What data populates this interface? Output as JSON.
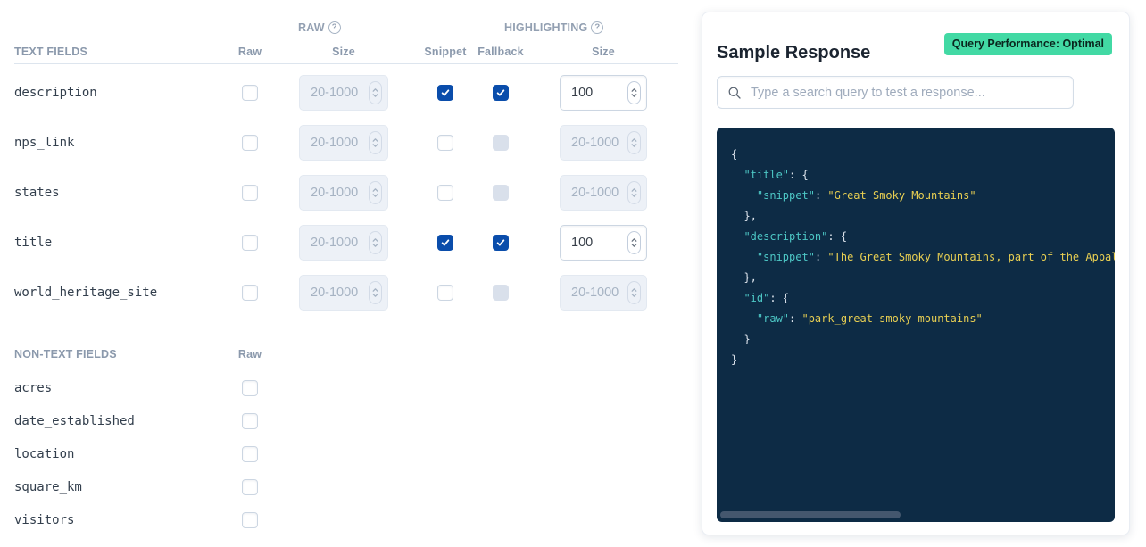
{
  "colors": {
    "accent": "#0a4dab",
    "badge": "#42d9a4",
    "codebg": "#0d2b45",
    "key": "#4dc7c5",
    "str": "#e8cf52",
    "punct": "#dce3ec",
    "scrollthumb": "#44576e"
  },
  "icons": {
    "help": "?"
  },
  "left_table": {
    "group_headers": {
      "raw": "RAW",
      "highlighting": "HIGHLIGHTING"
    },
    "size_placeholder": "20-1000",
    "text_fields_section": {
      "header": "TEXT FIELDS",
      "columns": {
        "raw": "Raw",
        "raw_size": "Size",
        "snippet": "Snippet",
        "fallback": "Fallback",
        "size": "Size"
      },
      "rows": [
        {
          "name": "description",
          "raw_checked": false,
          "raw_size_value": null,
          "snippet_checked": true,
          "fallback_checked": true,
          "fallback_disabled": false,
          "size_value": "100"
        },
        {
          "name": "nps_link",
          "raw_checked": false,
          "raw_size_value": null,
          "snippet_checked": false,
          "fallback_checked": false,
          "fallback_disabled": true,
          "size_value": null
        },
        {
          "name": "states",
          "raw_checked": false,
          "raw_size_value": null,
          "snippet_checked": false,
          "fallback_checked": false,
          "fallback_disabled": true,
          "size_value": null
        },
        {
          "name": "title",
          "raw_checked": false,
          "raw_size_value": null,
          "snippet_checked": true,
          "fallback_checked": true,
          "fallback_disabled": false,
          "size_value": "100"
        },
        {
          "name": "world_heritage_site",
          "raw_checked": false,
          "raw_size_value": null,
          "snippet_checked": false,
          "fallback_checked": false,
          "fallback_disabled": true,
          "size_value": null
        }
      ]
    },
    "non_text_fields_section": {
      "header": "NON-TEXT FIELDS",
      "columns": {
        "raw": "Raw"
      },
      "rows": [
        {
          "name": "acres",
          "raw_checked": false
        },
        {
          "name": "date_established",
          "raw_checked": false
        },
        {
          "name": "location",
          "raw_checked": false
        },
        {
          "name": "square_km",
          "raw_checked": false
        },
        {
          "name": "visitors",
          "raw_checked": false
        }
      ]
    }
  },
  "sample_response": {
    "title": "Sample Response",
    "badge": "Query Performance: Optimal",
    "search": {
      "placeholder": "Type a search query to test a response..."
    },
    "code": {
      "lines": [
        [
          [
            "p",
            "{"
          ]
        ],
        [
          [
            "p",
            "  "
          ],
          [
            "k",
            "\"title\""
          ],
          [
            "p",
            ": {"
          ]
        ],
        [
          [
            "p",
            "    "
          ],
          [
            "k",
            "\"snippet\""
          ],
          [
            "p",
            ": "
          ],
          [
            "s",
            "\"Great Smoky Mountains\""
          ]
        ],
        [
          [
            "p",
            "  },"
          ]
        ],
        [
          [
            "p",
            "  "
          ],
          [
            "k",
            "\"description\""
          ],
          [
            "p",
            ": {"
          ]
        ],
        [
          [
            "p",
            "    "
          ],
          [
            "k",
            "\"snippet\""
          ],
          [
            "p",
            ": "
          ],
          [
            "s",
            "\"The Great Smoky Mountains, part of the Appala"
          ]
        ],
        [
          [
            "p",
            "  },"
          ]
        ],
        [
          [
            "p",
            "  "
          ],
          [
            "k",
            "\"id\""
          ],
          [
            "p",
            ": {"
          ]
        ],
        [
          [
            "p",
            "    "
          ],
          [
            "k",
            "\"raw\""
          ],
          [
            "p",
            ": "
          ],
          [
            "s",
            "\"park_great-smoky-mountains\""
          ]
        ],
        [
          [
            "p",
            "  }"
          ]
        ],
        [
          [
            "p",
            "}"
          ]
        ]
      ]
    }
  }
}
